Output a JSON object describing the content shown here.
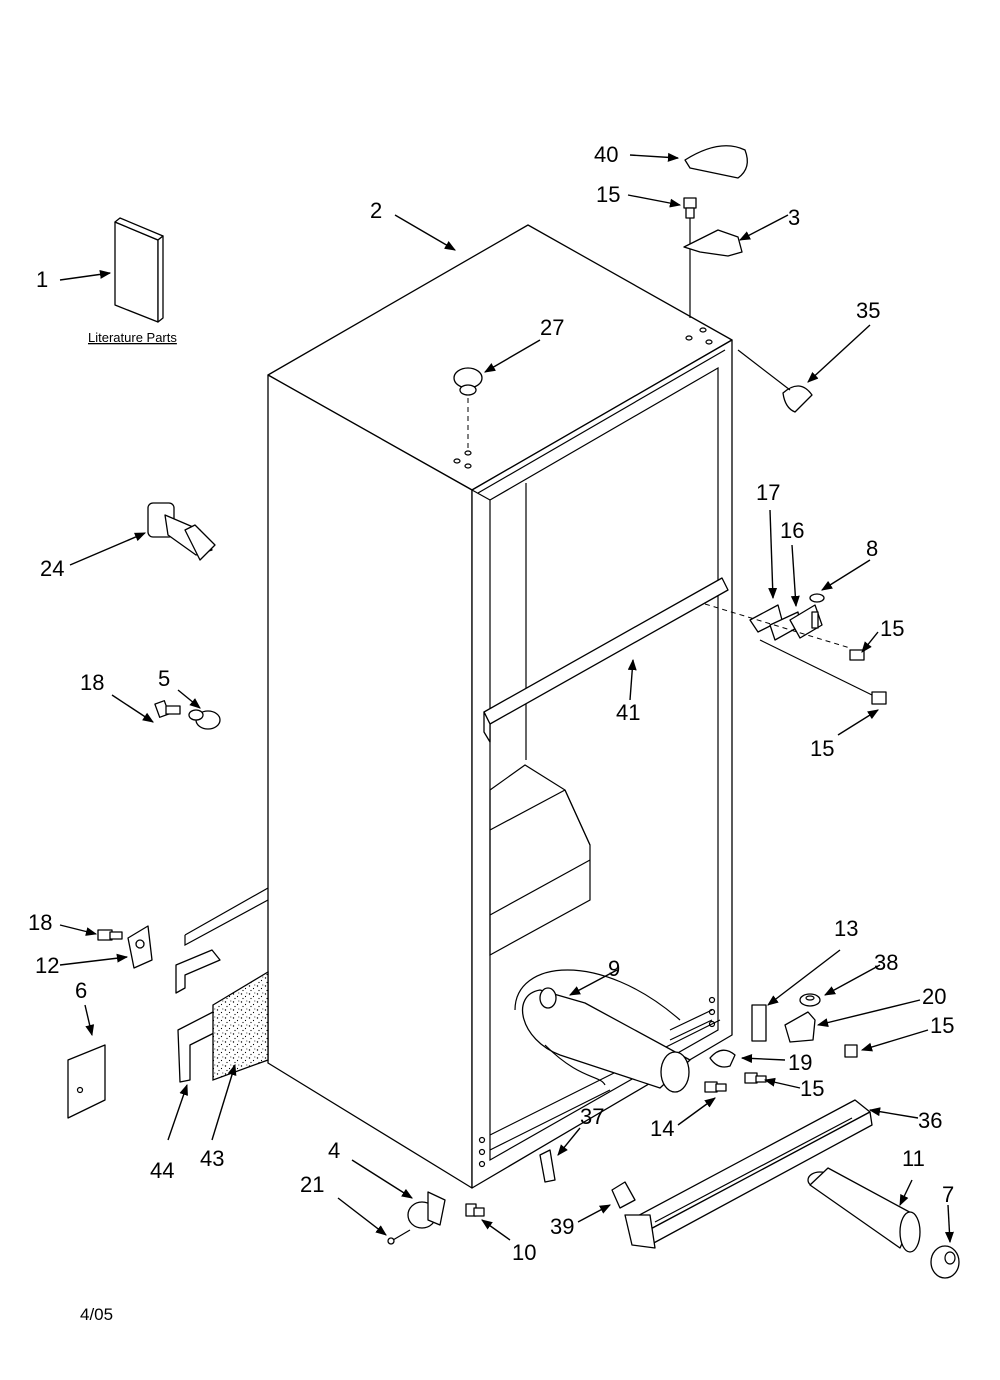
{
  "diagram": {
    "literature_label": "Literature Parts",
    "date_code": "4/05",
    "callouts": [
      "1",
      "2",
      "3",
      "4",
      "5",
      "6",
      "7",
      "8",
      "9",
      "10",
      "11",
      "12",
      "13",
      "14",
      "15",
      "15",
      "15",
      "15",
      "15",
      "16",
      "17",
      "18",
      "18",
      "19",
      "20",
      "21",
      "24",
      "27",
      "35",
      "36",
      "37",
      "38",
      "39",
      "40",
      "41",
      "43",
      "44"
    ]
  }
}
